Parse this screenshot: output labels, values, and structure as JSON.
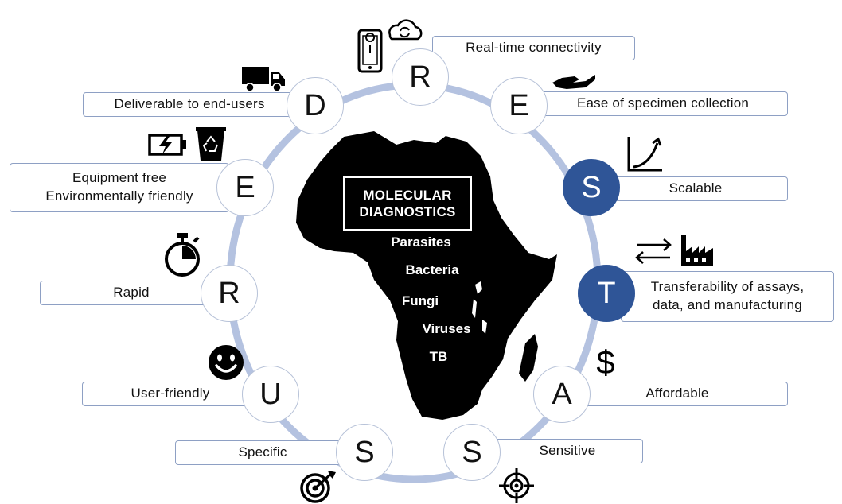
{
  "center": {
    "title_line1": "MOLECULAR",
    "title_line2": "DIAGNOSTICS",
    "pathogens": [
      "Parasites",
      "Bacteria",
      "Fungi",
      "Viruses",
      "TB"
    ]
  },
  "nodes": [
    {
      "letter": "R",
      "label": "Real-time connectivity",
      "icon": "smartphone-cloud-icon"
    },
    {
      "letter": "E",
      "label": "Ease of specimen collection",
      "icon": "hand-icon"
    },
    {
      "letter": "S",
      "label": "Scalable",
      "icon": "growth-chart-icon",
      "highlighted": true
    },
    {
      "letter": "T",
      "label_line1": "Transferability of assays,",
      "label_line2": "data, and manufacturing",
      "icon": "transfer-factory-icon",
      "highlighted": true
    },
    {
      "letter": "A",
      "label": "Affordable",
      "icon": "dollar-icon"
    },
    {
      "letter": "S",
      "label": "Sensitive",
      "icon": "crosshair-icon"
    },
    {
      "letter": "S",
      "label": "Specific",
      "icon": "target-icon"
    },
    {
      "letter": "U",
      "label": "User-friendly",
      "icon": "smiley-icon"
    },
    {
      "letter": "R",
      "label": "Rapid",
      "icon": "stopwatch-icon"
    },
    {
      "letter": "E",
      "label_line1": "Equipment free",
      "label_line2": "Environmentally friendly",
      "icon": "battery-recycle-icon"
    },
    {
      "letter": "D",
      "label": "Deliverable to end-users",
      "icon": "truck-icon"
    }
  ],
  "colors": {
    "ring": "#b4c2e0",
    "highlight": "#2f5597",
    "box_border": "#8ea0c4"
  }
}
